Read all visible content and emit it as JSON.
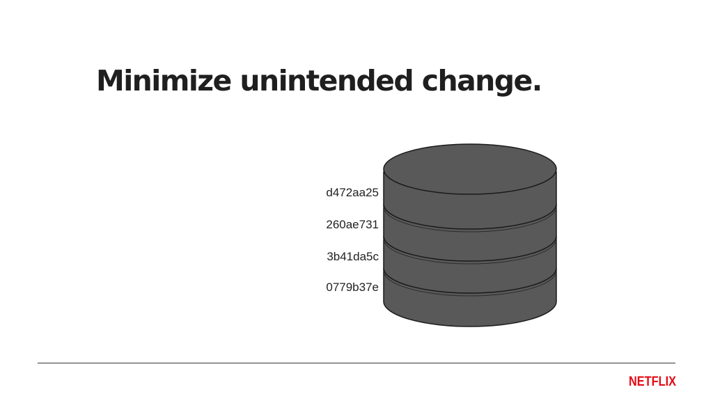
{
  "slide": {
    "title": "Minimize unintended change.",
    "hashes": [
      "d472aa25",
      "260ae731",
      "3b41da5c",
      "0779b37e"
    ],
    "logo_text": "NETFLIX"
  },
  "colors": {
    "title": "#1f1f1f",
    "database_fill": "#595959",
    "database_stroke": "#1a1a1a",
    "logo_red": "#e50914",
    "divider": "#333333"
  },
  "icons": {
    "database": "database-cylinder-icon"
  }
}
